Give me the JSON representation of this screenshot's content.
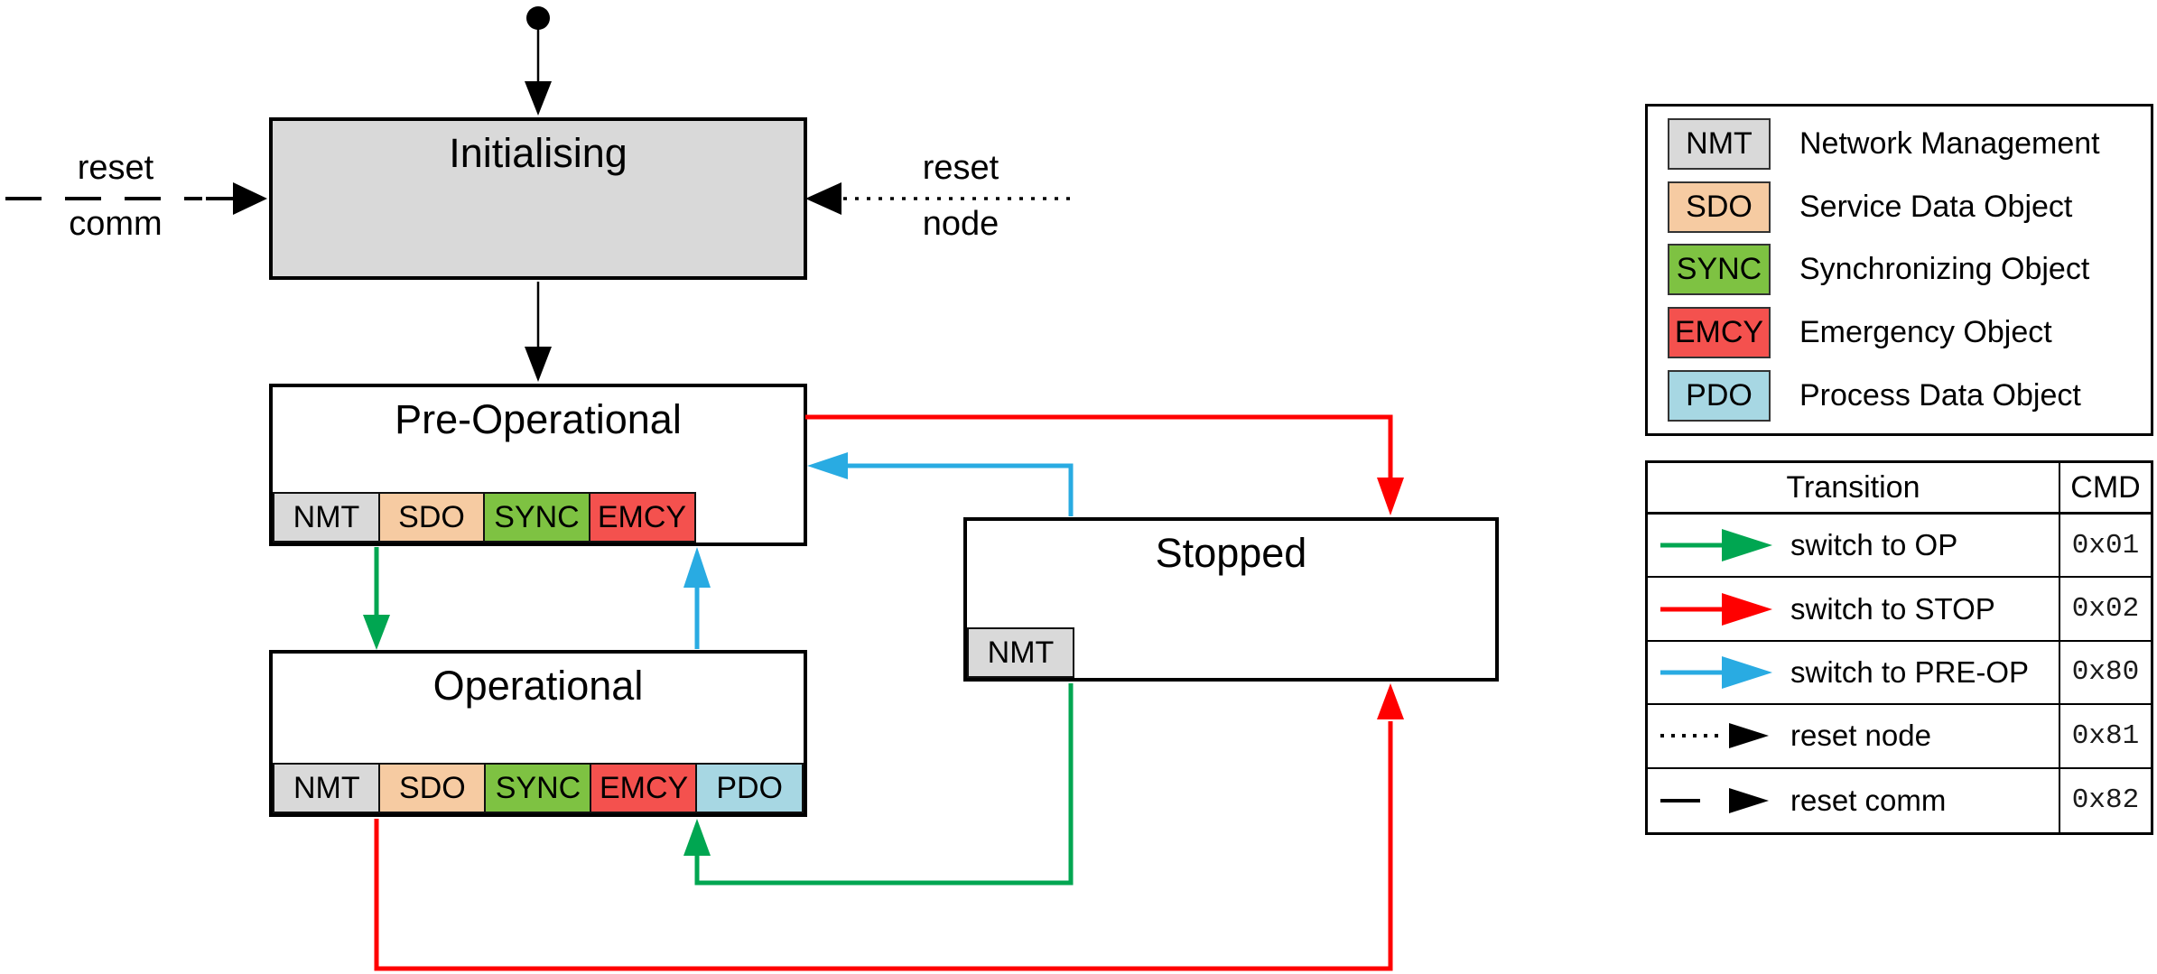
{
  "colors": {
    "box_gray": "#D9D9D9",
    "nmt": "#D9D9D9",
    "sdo": "#F6CBA2",
    "sync": "#7EC242",
    "emcy": "#F4514E",
    "pdo": "#A7D7E3",
    "green": "#00A651",
    "red": "#FF0000",
    "cyan": "#29ABE2"
  },
  "states": {
    "initialising": {
      "title": "Initialising"
    },
    "pre_operational": {
      "title": "Pre-Operational",
      "tabs": [
        {
          "label": "NMT"
        },
        {
          "label": "SDO"
        },
        {
          "label": "SYNC"
        },
        {
          "label": "EMCY"
        }
      ]
    },
    "operational": {
      "title": "Operational",
      "tabs": [
        {
          "label": "NMT"
        },
        {
          "label": "SDO"
        },
        {
          "label": "SYNC"
        },
        {
          "label": "EMCY"
        },
        {
          "label": "PDO"
        }
      ]
    },
    "stopped": {
      "title": "Stopped",
      "tabs": [
        {
          "label": "NMT"
        }
      ]
    }
  },
  "annotations": {
    "reset_comm": {
      "top": "reset",
      "bottom": "comm"
    },
    "reset_node": {
      "top": "reset",
      "bottom": "node"
    }
  },
  "legend": {
    "items": [
      {
        "key": "NMT",
        "label": "Network Management"
      },
      {
        "key": "SDO",
        "label": "Service Data Object"
      },
      {
        "key": "SYNC",
        "label": "Synchronizing Object"
      },
      {
        "key": "EMCY",
        "label": "Emergency Object"
      },
      {
        "key": "PDO",
        "label": "Process Data Object"
      }
    ]
  },
  "transition_table": {
    "header": {
      "transition": "Transition",
      "cmd": "CMD"
    },
    "rows": [
      {
        "label": "switch to OP",
        "cmd": "0x01",
        "arrow": "green solid arrow"
      },
      {
        "label": "switch to STOP",
        "cmd": "0x02",
        "arrow": "red solid arrow"
      },
      {
        "label": "switch to PRE-OP",
        "cmd": "0x80",
        "arrow": "cyan solid arrow"
      },
      {
        "label": "reset node",
        "cmd": "0x81",
        "arrow": "black dotted arrow"
      },
      {
        "label": "reset comm",
        "cmd": "0x82",
        "arrow": "black dashed arrow"
      }
    ]
  }
}
